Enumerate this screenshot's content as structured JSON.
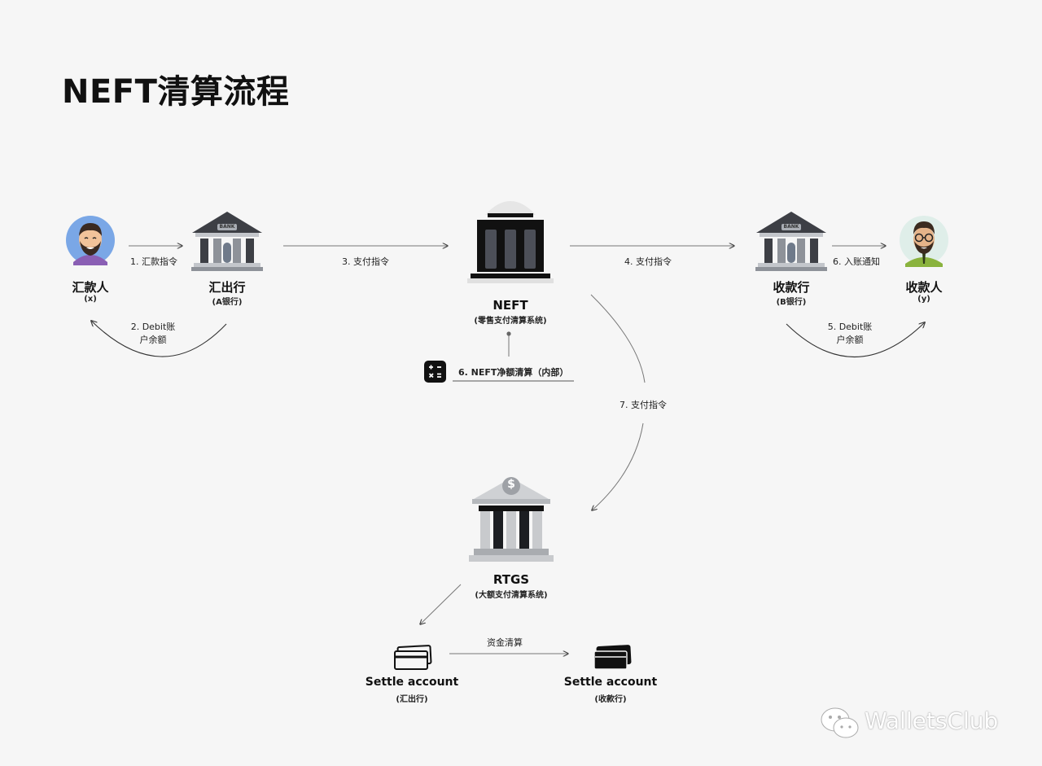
{
  "title": "NEFT清算流程",
  "nodes": {
    "sender": {
      "label": "汇款人",
      "sub": "(x)"
    },
    "sending_bank": {
      "label": "汇出行",
      "sub": "(A银行)",
      "sign": "BANK"
    },
    "neft": {
      "label": "NEFT",
      "sub": "(零售支付清算系统)"
    },
    "receiving_bank": {
      "label": "收款行",
      "sub": "(B银行)",
      "sign": "BANK"
    },
    "receiver": {
      "label": "收款人",
      "sub": "(y)"
    },
    "rtgs": {
      "label": "RTGS",
      "sub": "(大额支付清算系统)",
      "symbol": "$"
    },
    "settle_a": {
      "label": "Settle account",
      "sub": "(汇出行)"
    },
    "settle_b": {
      "label": "Settle account",
      "sub": "(收款行)"
    }
  },
  "edges": {
    "e1": "1. 汇款指令",
    "e2_line1": "2. Debit账",
    "e2_line2": "户余额",
    "e3": "3. 支付指令",
    "e4": "4. 支付指令",
    "e5_line1": "5. Debit账",
    "e5_line2": "户余额",
    "e6_notify": "6. 入账通知",
    "e6_net": "6. NEFT净额清算（内部）",
    "e7": "7. 支付指令",
    "funds": "资金清算"
  },
  "watermark": "WalletsClub"
}
